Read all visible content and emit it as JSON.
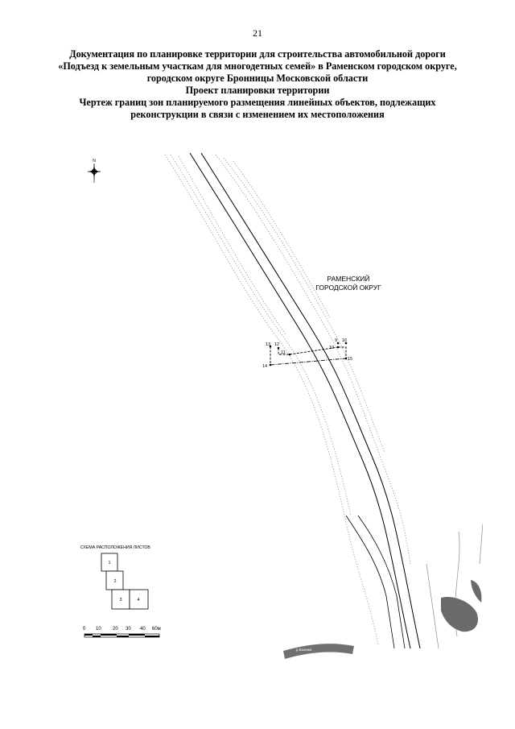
{
  "page": {
    "number": "21"
  },
  "heading": {
    "lines": [
      "Документация по планировке территории для строительства автомобильной дороги",
      "«Подъезд к земельным участкам для многодетных семей» в Раменском городском округе,",
      "городском округе Бронницы Московской области",
      "Проект планировки территории",
      "Чертеж границ зон планируемого размещения линейных объектов, подлежащих",
      "реконструкции в связи с изменением их местоположения"
    ]
  },
  "map": {
    "district_label": [
      "РАМЕНСКИЙ",
      "ГОРОДСКОЙ ОКРУГ"
    ],
    "point_labels": [
      "13",
      "12",
      "11",
      "10",
      "9",
      "16",
      "15",
      "14"
    ],
    "river_label": "р.Вьюнка",
    "north_arrow_icon": "compass-rose-icon"
  },
  "sheet_scheme": {
    "title": "СХЕМА РАСПОЛОЖЕНИЯ ЛИСТОВ",
    "sheets": [
      "1",
      "2",
      "3",
      "4"
    ]
  },
  "scale_bar": {
    "labels": [
      "0",
      "10",
      "20",
      "30",
      "40",
      "60м"
    ]
  }
}
